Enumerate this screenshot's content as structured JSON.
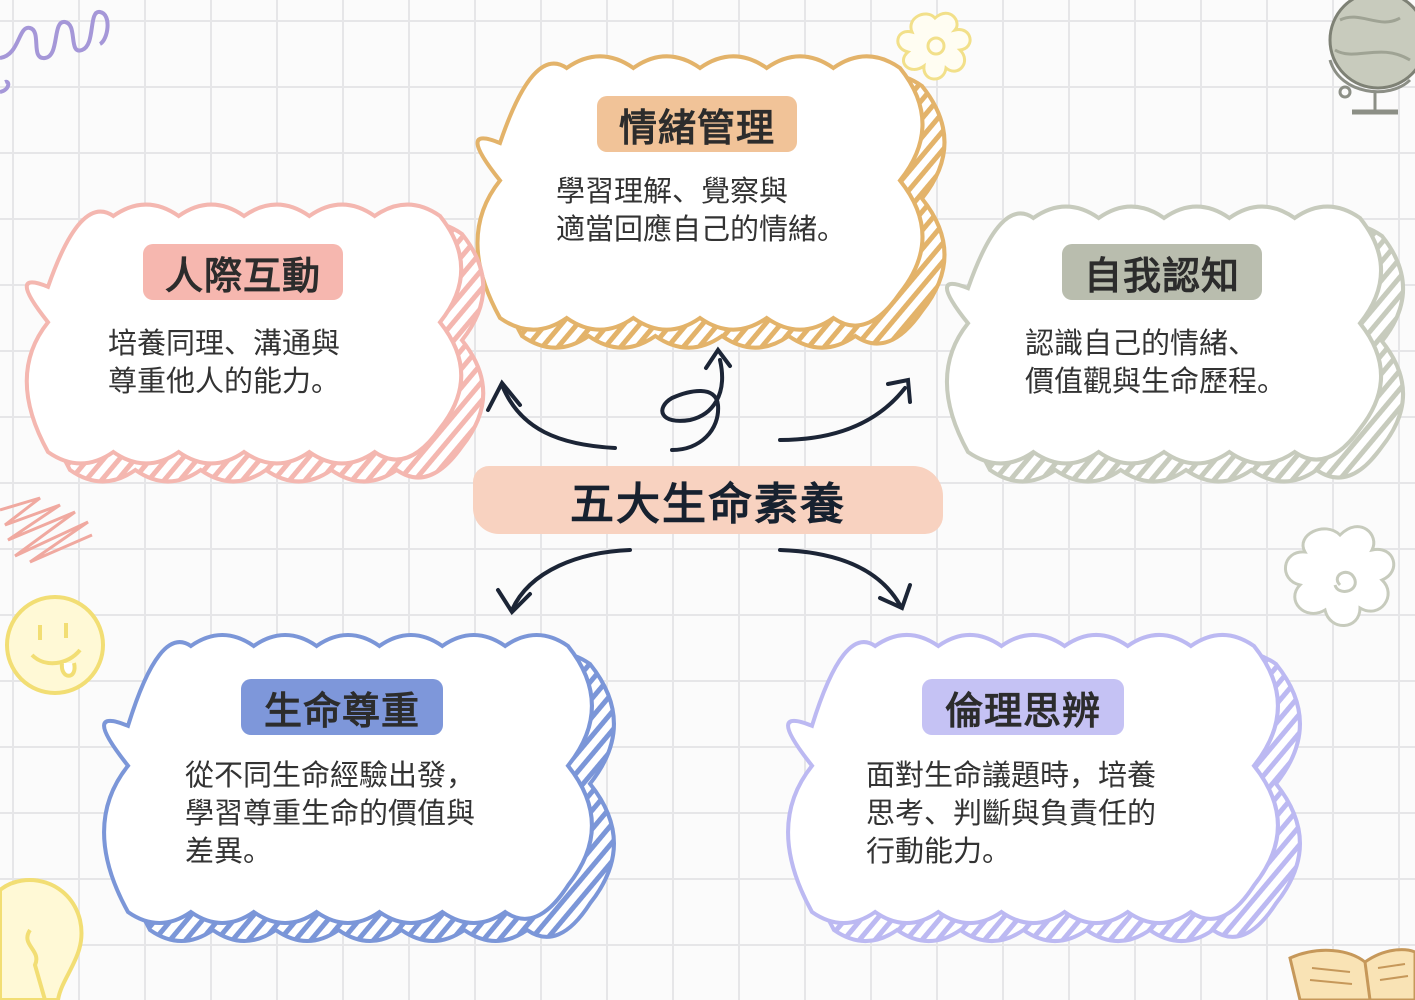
{
  "center": {
    "title": "五大生命素養"
  },
  "nodes": {
    "emotion": {
      "title": "情緒管理",
      "body": "學習理解、覺察與\n適當回應自己的情緒。",
      "color": "#e3b36a",
      "pill": "#f1c398"
    },
    "interpersonal": {
      "title": "人際互動",
      "body": "培養同理、溝通與\n尊重他人的能力。",
      "color": "#f4b7b0",
      "pill": "#f6b7af"
    },
    "self": {
      "title": "自我認知",
      "body": "認識自己的情緒、\n價值觀與生命歷程。",
      "color": "#c7cbbd",
      "pill": "#b9bdae"
    },
    "respect": {
      "title": "生命尊重",
      "body": "從不同生命經驗出發，\n學習尊重生命的價值與\n差異。",
      "color": "#7b96d8",
      "pill": "#7e97da"
    },
    "ethics": {
      "title": "倫理思辨",
      "body": "面對生命議題時，培養\n思考、判斷與負責任的\n行動能力。",
      "color": "#bcb9f2",
      "pill": "#c5c2f4"
    }
  },
  "decor": [
    "spiral-icon",
    "flower-icon",
    "globe-icon",
    "scribble-icon",
    "smiley-icon",
    "lightbulb-icon",
    "book-icon",
    "flower-icon"
  ]
}
